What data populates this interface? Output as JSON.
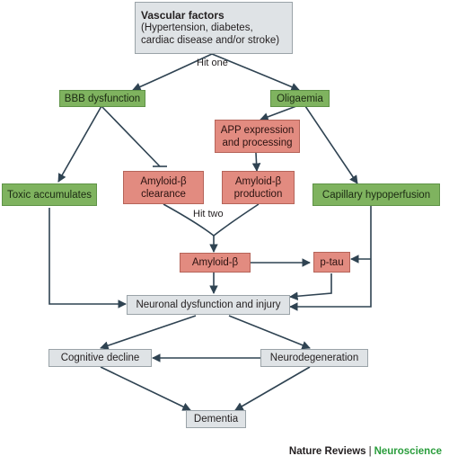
{
  "nodes": {
    "vascular_factors": {
      "title": "Vascular factors",
      "body": [
        "(Hypertension, diabetes,",
        "cardiac disease and/or stroke)"
      ]
    },
    "bbb": {
      "label": "BBB dysfunction"
    },
    "oligaemia": {
      "label": "Oligaemia"
    },
    "app": {
      "lines": [
        "APP expression",
        "and processing"
      ]
    },
    "toxic": {
      "label": "Toxic accumulates"
    },
    "abeta_clearance": {
      "lines": [
        "Amyloid-β",
        "clearance"
      ]
    },
    "abeta_production": {
      "lines": [
        "Amyloid-β",
        "production"
      ]
    },
    "capillary": {
      "label": "Capillary hypoperfusion"
    },
    "amyloid": {
      "label": "Amyloid-β"
    },
    "ptau": {
      "label": "p-tau"
    },
    "neuronal": {
      "label": "Neuronal dysfunction and injury"
    },
    "cognitive": {
      "label": "Cognitive decline"
    },
    "neurodegeneration": {
      "label": "Neurodegeneration"
    },
    "dementia": {
      "label": "Dementia"
    }
  },
  "edge_labels": {
    "hit_one": "Hit one",
    "hit_two": "Hit two"
  },
  "colors": {
    "grey_box": "#dfe3e6",
    "green_box": "#7fb35f",
    "red_box": "#e28b80",
    "arrow": "#2f4352",
    "brand_green": "#2a9d3c"
  },
  "footer": {
    "journal": "Nature Reviews",
    "separator": "|",
    "section": "Neuroscience"
  }
}
